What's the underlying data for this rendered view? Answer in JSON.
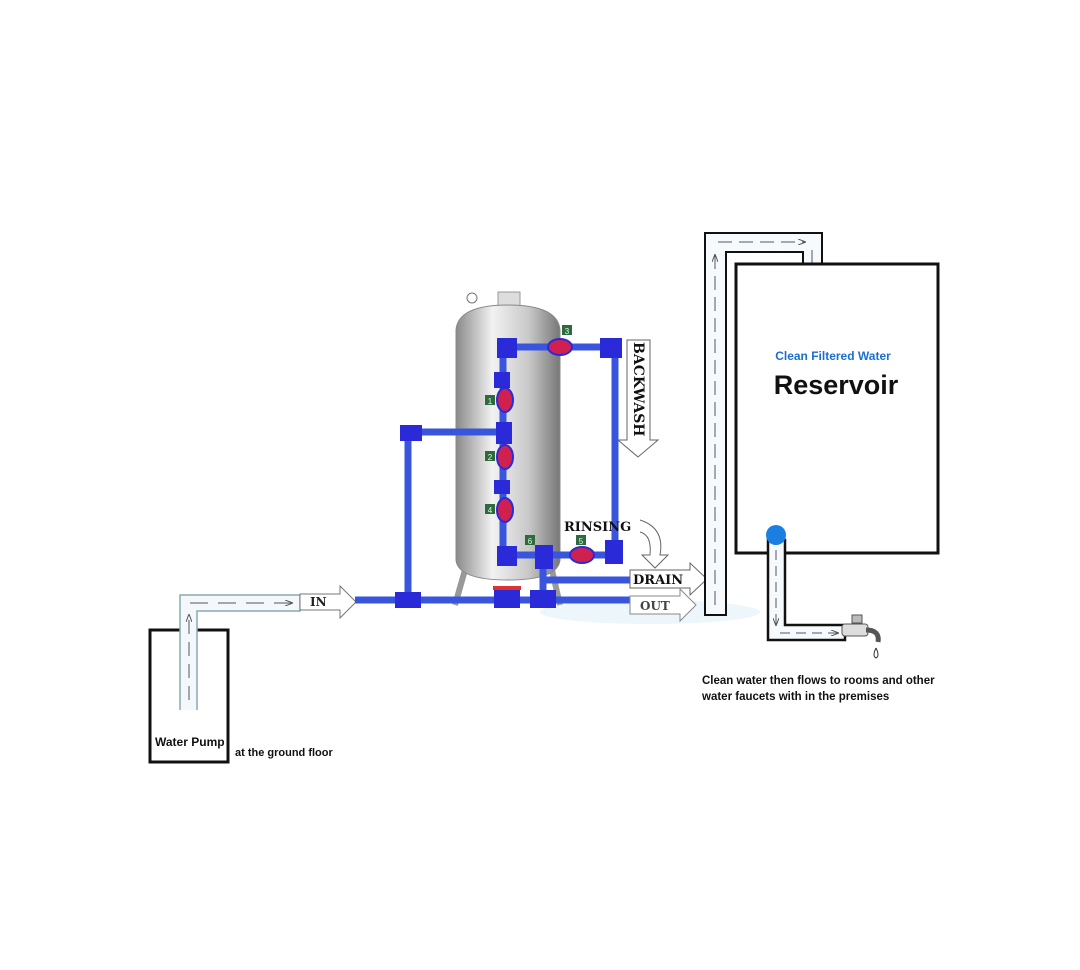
{
  "labels": {
    "water_pump": "Water Pump",
    "ground_floor": "at the ground floor",
    "in": "IN",
    "backwash": "BACKWASH",
    "rinsing": "RINSING",
    "drain": "DRAIN",
    "out": "OUT",
    "clean_filtered_water": "Clean Filtered Water",
    "reservoir": "Reservoir",
    "flow_note_line1": "Clean water then flows to rooms and other",
    "flow_note_line2": "water faucets with in the premises"
  },
  "valves": [
    "1",
    "2",
    "3",
    "4",
    "5",
    "6"
  ],
  "colors": {
    "pipe": "#2233cc",
    "pipe_light": "#4a6cf0",
    "valve": "#d02050",
    "label_blue": "#1a6fd0",
    "tag": "#2f6b3a"
  }
}
